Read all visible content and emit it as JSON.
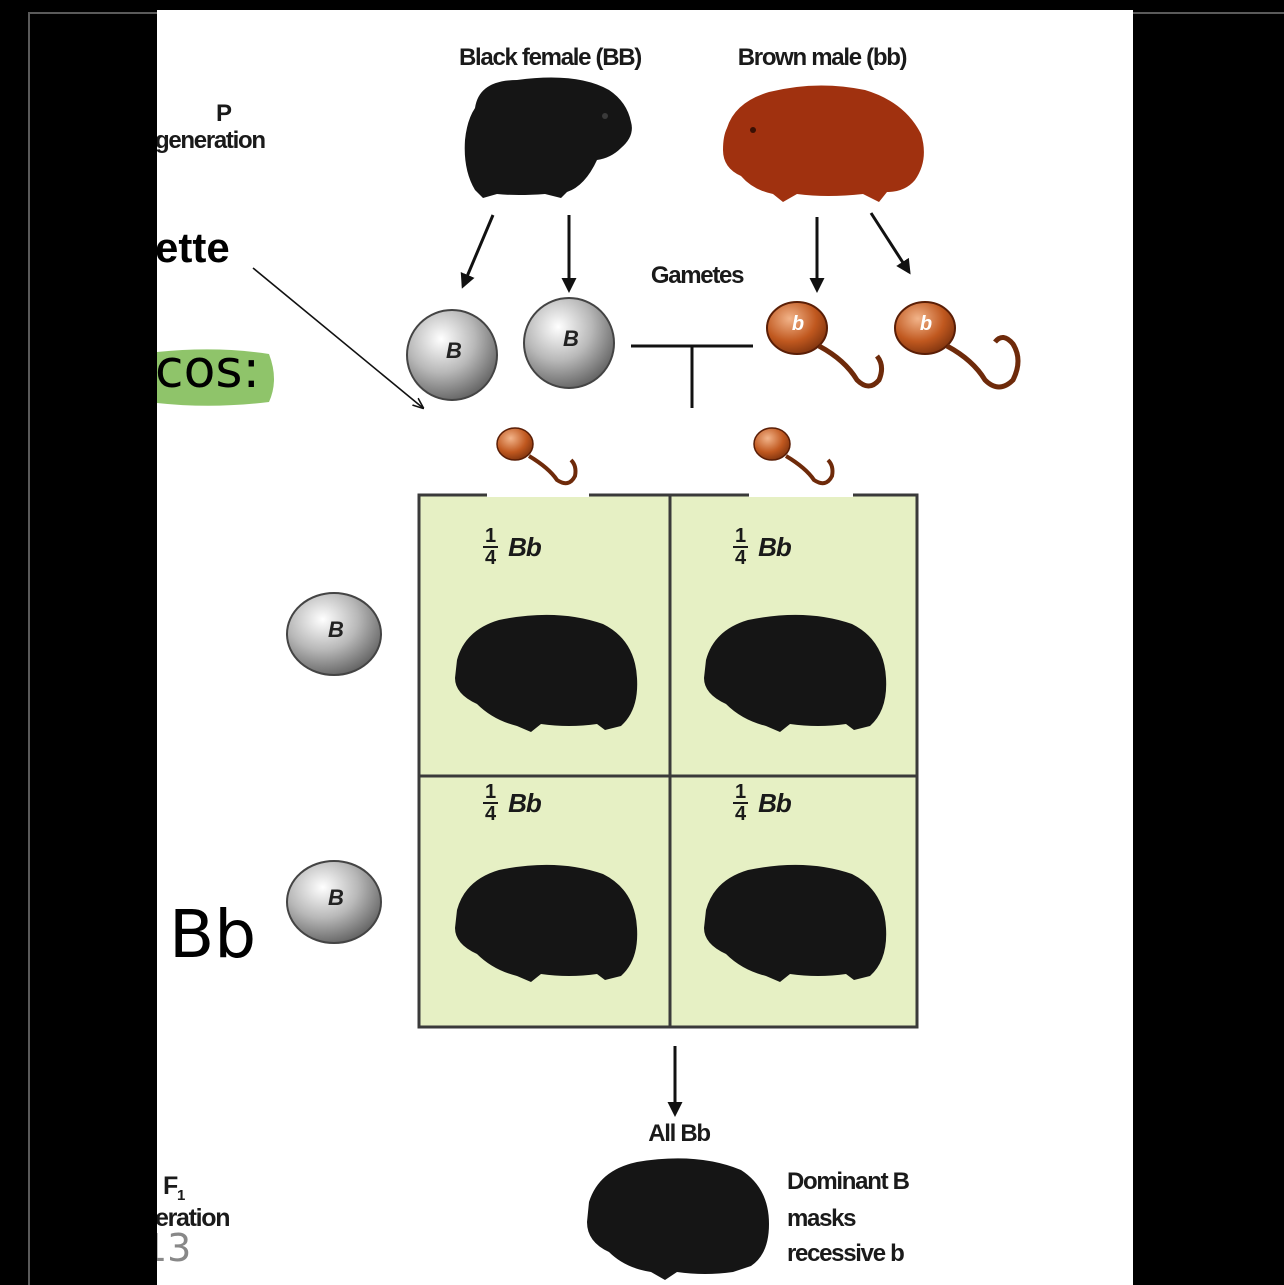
{
  "labels": {
    "black_female": "Black female (BB)",
    "brown_male": "Brown male (bb)",
    "p_generation_1": "P",
    "p_generation_2": "generation",
    "gametes": "Gametes",
    "all_bb": "All Bb",
    "f1_1": "F",
    "f1_sub": "1",
    "f1_2": "eration",
    "dominant_1": "Dominant B",
    "dominant_2": "masks",
    "dominant_3": "recessive b"
  },
  "gamete_letters": {
    "dominant": "B",
    "recessive": "b"
  },
  "punnett_cells": [
    {
      "numerator": "1",
      "denominator": "4",
      "genotype": "Bb"
    },
    {
      "numerator": "1",
      "denominator": "4",
      "genotype": "Bb"
    },
    {
      "numerator": "1",
      "denominator": "4",
      "genotype": "Bb"
    },
    {
      "numerator": "1",
      "denominator": "4",
      "genotype": "Bb"
    }
  ],
  "slide_fragments": {
    "punnette": "ette",
    "cos": "cos:",
    "bb": "Bb",
    "partial_num": "13"
  },
  "page_number": "13",
  "colors": {
    "grid_fill": "#e6f0c4",
    "highlight": "#8fc46a",
    "black_guinea_pig": "#151515",
    "brown_guinea_pig": "#a0310f"
  }
}
